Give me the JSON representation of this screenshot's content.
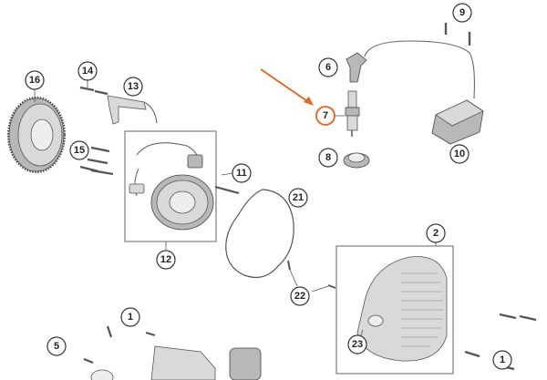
{
  "callouts": [
    {
      "id": "c16",
      "label": "16"
    },
    {
      "id": "c14",
      "label": "14"
    },
    {
      "id": "c13",
      "label": "13"
    },
    {
      "id": "c15",
      "label": "15"
    },
    {
      "id": "c11",
      "label": "11"
    },
    {
      "id": "c12",
      "label": "12"
    },
    {
      "id": "c21",
      "label": "21"
    },
    {
      "id": "c22",
      "label": "22"
    },
    {
      "id": "c9",
      "label": "9"
    },
    {
      "id": "c6",
      "label": "6"
    },
    {
      "id": "c7",
      "label": "7"
    },
    {
      "id": "c8",
      "label": "8"
    },
    {
      "id": "c10",
      "label": "10"
    },
    {
      "id": "c2",
      "label": "2"
    },
    {
      "id": "c23",
      "label": "23"
    },
    {
      "id": "c1a",
      "label": "1"
    },
    {
      "id": "c1b",
      "label": "1"
    },
    {
      "id": "c5",
      "label": "5"
    }
  ],
  "highlight": {
    "callout": "7",
    "color": "#e8621c"
  }
}
